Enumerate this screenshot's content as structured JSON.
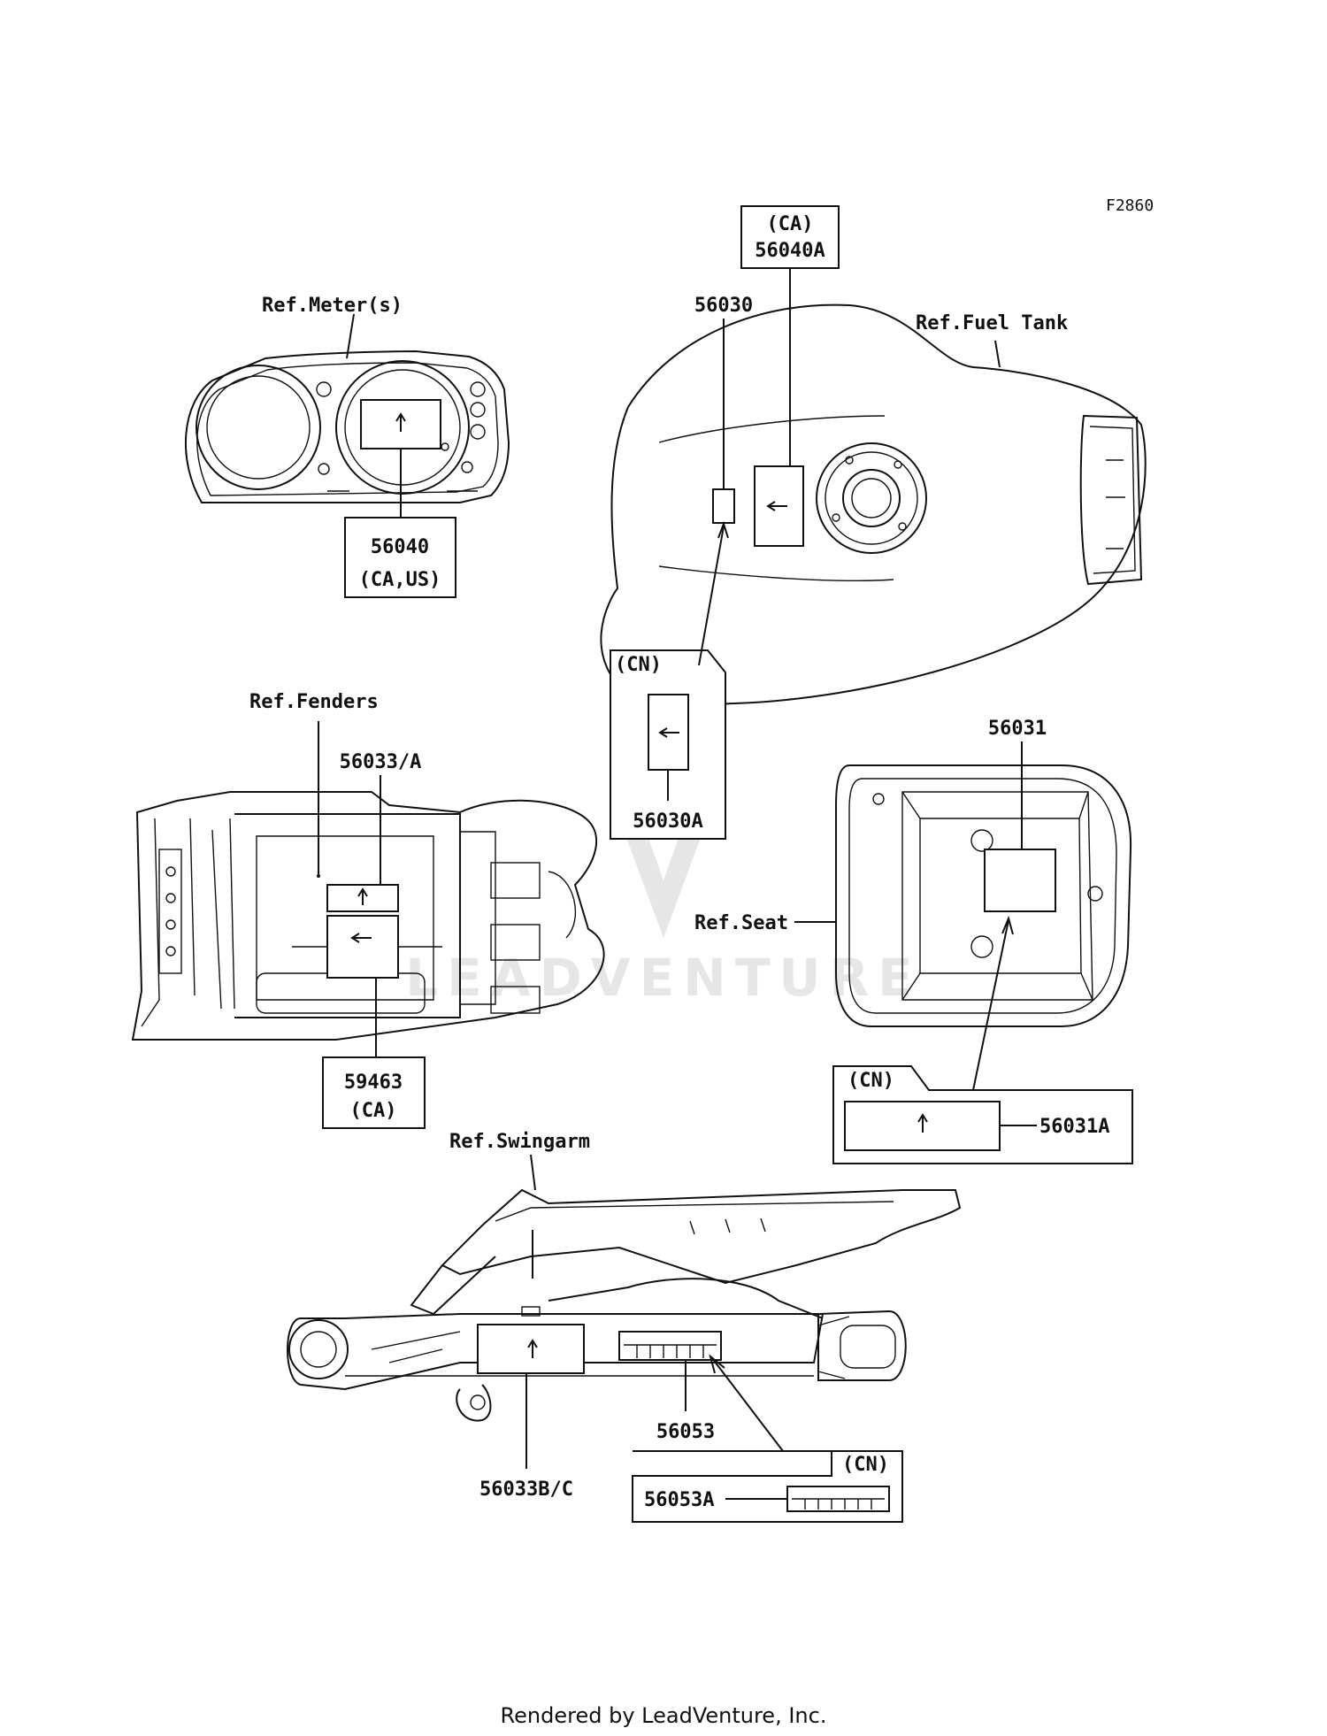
{
  "figure_code": "F2860",
  "references": {
    "meter": "Ref.Meter(s)",
    "fuel_tank": "Ref.Fuel Tank",
    "fenders": "Ref.Fenders",
    "seat": "Ref.Seat",
    "swingarm": "Ref.Swingarm"
  },
  "parts": {
    "p56040": "56040",
    "p56040_region": "(CA,US)",
    "p56040A": "56040A",
    "p56040A_region": "(CA)",
    "p56030": "56030",
    "p56030A": "56030A",
    "p56030A_region": "(CN)",
    "p56031": "56031",
    "p56031A": "56031A",
    "p56031A_region": "(CN)",
    "p56033A": "56033/A",
    "p59463": "59463",
    "p59463_region": "(CA)",
    "p56053": "56053",
    "p56053A": "56053A",
    "p56053A_region": "(CN)",
    "p56033BC": "56033B/C"
  },
  "watermark": "LEADVENTURE",
  "footer": "Rendered by LeadVenture, Inc."
}
